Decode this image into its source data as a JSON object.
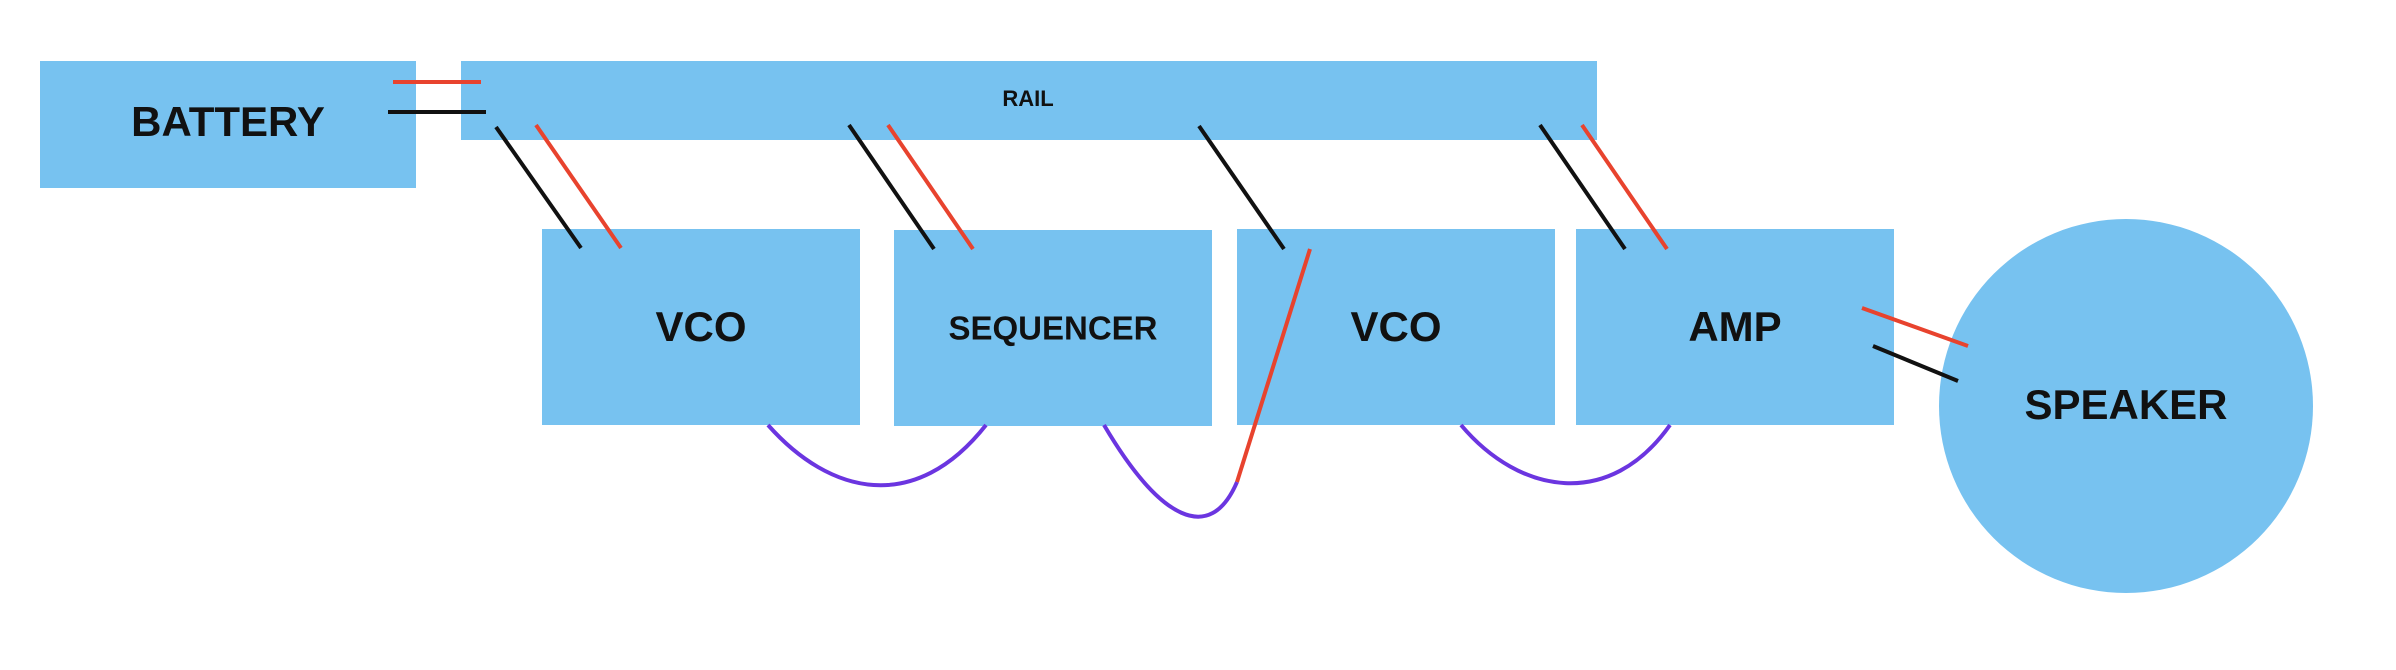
{
  "colors": {
    "module_fill": "#77C2F0",
    "positive_wire": "#E8432E",
    "negative_wire": "#111111",
    "patch_cable": "#6B35E0",
    "text": "#111111"
  },
  "modules": {
    "battery": {
      "label": "BATTERY"
    },
    "rail": {
      "label": "RAIL"
    },
    "vco_1": {
      "label": "VCO"
    },
    "sequencer": {
      "label": "SEQUENCER"
    },
    "vco_2": {
      "label": "VCO"
    },
    "amp": {
      "label": "AMP"
    },
    "speaker": {
      "label": "SPEAKER"
    }
  }
}
